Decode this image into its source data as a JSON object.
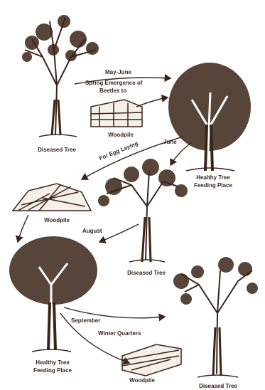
{
  "labels": {
    "diseased_tree_1": "Diseased Tree",
    "may_june": "May-June",
    "spring_emergence": "Spring Emergence of",
    "beetles_to": "Beetles to",
    "woodpile_1": "Woodpile",
    "june": "June",
    "for_egg_laying": "For Egg Laying",
    "healthy_tree_1_line1": "Healthy Tree",
    "healthy_tree_1_line2": "Feeding Place",
    "woodpile_2": "Woodpile",
    "august": "August",
    "diseased_tree_2": "Diseased Tree",
    "september": "September",
    "winter_quarters": "Winter Quarters",
    "healthy_tree_2_line1": "Healthy Tree",
    "healthy_tree_2_line2": "Feeding Place",
    "woodpile_3": "Woodpile",
    "diseased_tree_3": "Diseased Tree"
  },
  "colors": {
    "ink": "#3a2418",
    "paper": "#ffffff"
  }
}
